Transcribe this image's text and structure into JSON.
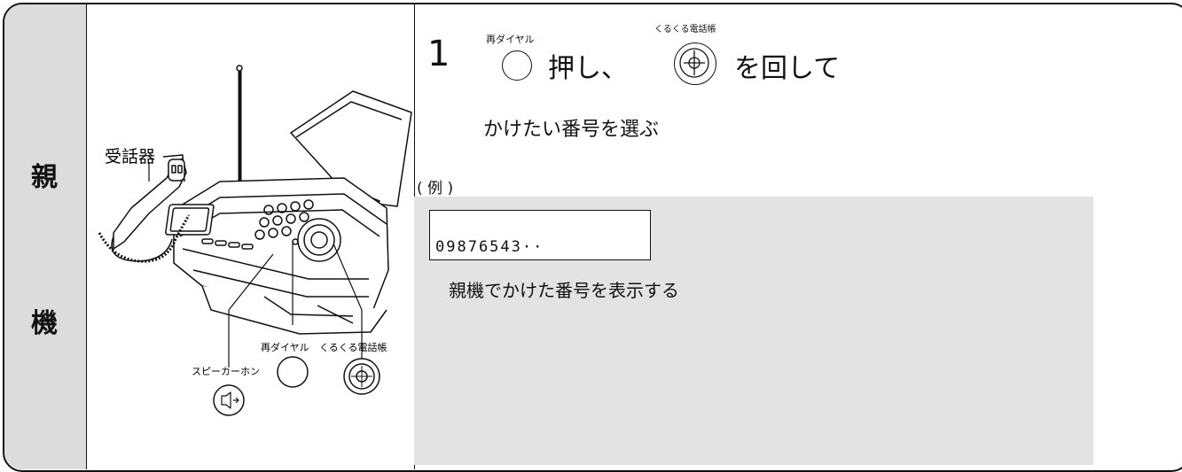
{
  "side_labels": {
    "top": "親",
    "bottom": "機"
  },
  "illustration": {
    "handset_label": "受話器",
    "speaker_label": "スピーカーホン",
    "redial_label": "再ダイヤル",
    "phonebook_label": "くるくる電話帳"
  },
  "step": {
    "number": "1",
    "redial_caption": "再ダイヤル",
    "press_text": "押し、",
    "phonebook_caption": "くるくる電話帳",
    "rotate_text": "を回して",
    "sub_text": "かけたい番号を選ぶ"
  },
  "example": {
    "label": "( 例 )",
    "display_value": "09876543··",
    "note": "親機でかけた番号を表示する"
  },
  "colors": {
    "label_column_bg": "#dcdcdc",
    "example_panel_bg": "#e3e3e3",
    "line": "#111111"
  },
  "icons": [
    "fax-machine-illustration",
    "handset-icon",
    "speaker-icon",
    "redial-button-icon",
    "jog-dial-icon"
  ]
}
